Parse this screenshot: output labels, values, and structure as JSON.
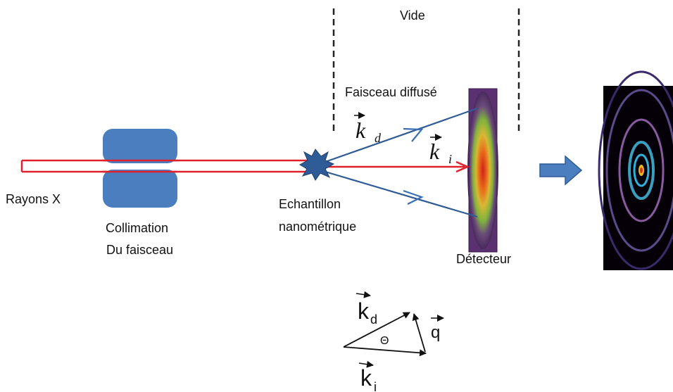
{
  "labels": {
    "vide": "Vide",
    "faisceau_diffuse": "Faisceau diffusé",
    "rayons_x": "Rayons X",
    "collimation_line1": "Collimation",
    "collimation_line2": "Du faisceau",
    "echantillon_line1": "Echantillon",
    "echantillon_line2": "nanométrique",
    "detecteur": "Détecteur"
  },
  "vectors": {
    "k_letter": "k",
    "kd_sub": "d",
    "ki_sub": "i",
    "q_letter": "q",
    "theta": "Θ"
  },
  "colors": {
    "beam": "#e0202a",
    "scatter": "#2f5c97",
    "collimator": "#4a7ebf",
    "arrow": "#4a7ebf",
    "background": "#ffffff"
  }
}
